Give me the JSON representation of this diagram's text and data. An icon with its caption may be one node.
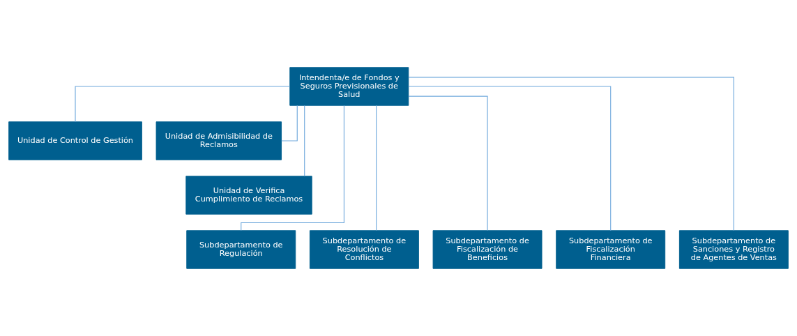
{
  "diagram": {
    "nodes": [
      {
        "text": [
          "Intendenta/e de Fondos y Seguros Previsionales de Salud"
        ]
      },
      {
        "text": [
          "Unidad de Control de Gestión"
        ]
      },
      {
        "text": [
          "Unidad de Admisibilidad de Reclamos"
        ]
      },
      {
        "text": [
          "Unidad de Verifica Cumplimiento de Reclamos"
        ]
      },
      {
        "text": [
          "Subdepartamento de Regulación"
        ]
      },
      {
        "text": [
          "Subdepartamento de Resolución de Conflictos"
        ]
      },
      {
        "text": [
          "Subdepartamento de Fiscalización de Beneficios"
        ]
      },
      {
        "text": [
          "Subdepartamento de Fiscalización Financiera"
        ]
      },
      {
        "text": [
          "Subdepartamento de Sanciones y Registro de Agentes de Ventas"
        ]
      }
    ],
    "edges": [
      {
        "from": 0,
        "to": 1,
        "arrow": "none"
      },
      {
        "from": 0,
        "to": 2,
        "arrow": "none"
      },
      {
        "from": 0,
        "to": 3,
        "arrow": "none"
      },
      {
        "from": 0,
        "to": 4,
        "arrow": "none"
      },
      {
        "from": 0,
        "to": 5,
        "arrow": "none"
      },
      {
        "from": 0,
        "to": 6,
        "arrow": "none"
      },
      {
        "from": 0,
        "to": 7,
        "arrow": "none"
      },
      {
        "from": 0,
        "to": 8,
        "arrow": "none"
      }
    ]
  }
}
